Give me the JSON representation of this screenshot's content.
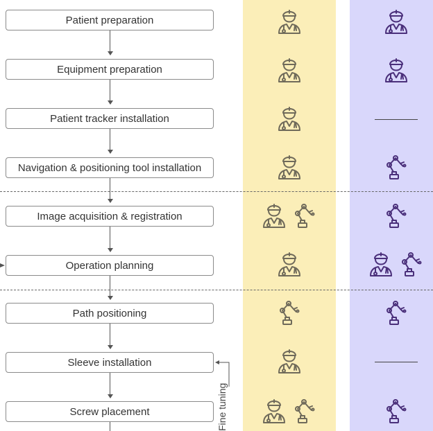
{
  "steps": [
    "Patient preparation",
    "Equipment preparation",
    "Patient tracker installation",
    "Navigation & positioning tool installation",
    "Image acquisition & registration",
    "Operation planning",
    "Path positioning",
    "Sleeve installation",
    "Screw placement"
  ],
  "side_label": "Fine tuning",
  "lanes": {
    "a": {
      "color": "#fbeeb8",
      "icons": [
        [
          "surgeon-icon"
        ],
        [
          "surgeon-icon"
        ],
        [
          "surgeon-icon"
        ],
        [
          "surgeon-icon"
        ],
        [
          "surgeon-icon",
          "robot-arm-icon"
        ],
        [
          "surgeon-icon"
        ],
        [
          "robot-arm-icon"
        ],
        [
          "surgeon-icon"
        ],
        [
          "surgeon-icon",
          "robot-arm-icon"
        ]
      ]
    },
    "b": {
      "color": "#d9d7fb",
      "icons": [
        [
          "surgeon-icon"
        ],
        [
          "surgeon-icon"
        ],
        [],
        [
          "robot-arm-icon"
        ],
        [
          "robot-arm-icon"
        ],
        [
          "surgeon-icon",
          "robot-arm-icon"
        ],
        [
          "robot-arm-icon"
        ],
        [],
        [
          "robot-arm-icon"
        ]
      ]
    }
  },
  "colors": {
    "icon_a": "#6f6a5a",
    "icon_b": "#4a2f7a"
  }
}
